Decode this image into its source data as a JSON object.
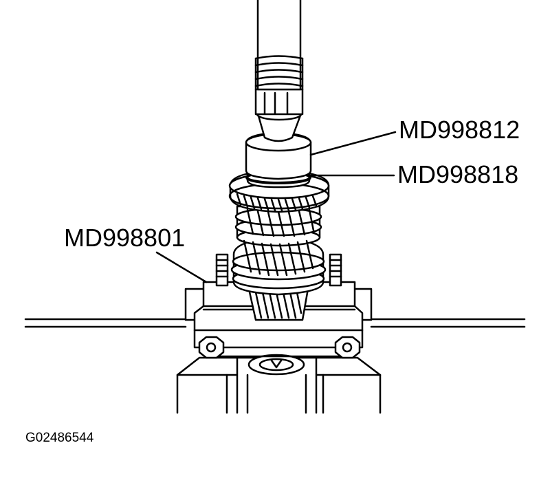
{
  "callouts": {
    "top_tool": "MD998812",
    "ring_tool": "MD998818",
    "base_tool": "MD998801"
  },
  "figure_id": "G02486544",
  "colors": {
    "line": "#000000",
    "background": "#ffffff"
  }
}
